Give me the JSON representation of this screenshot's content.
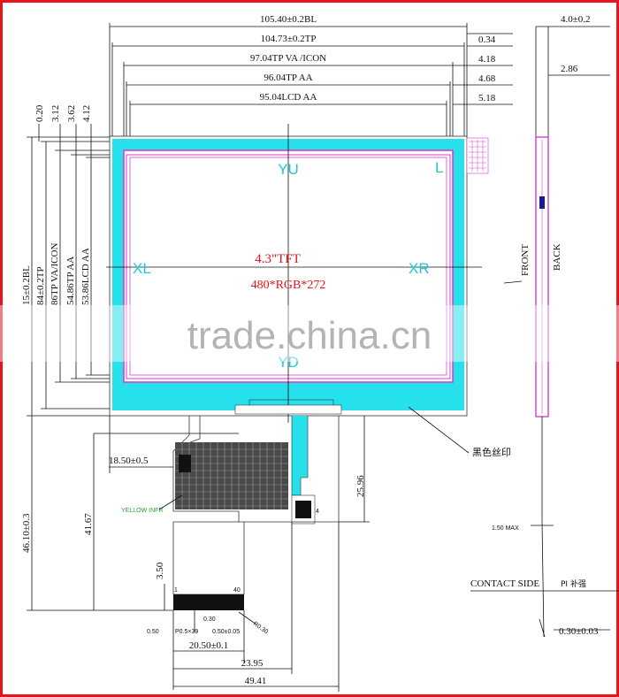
{
  "panel": {
    "center_title": "4.3\"TFT",
    "resolution": "480*RGB*272",
    "touch_labels": {
      "top": "YU",
      "left": "XL",
      "right": "XR",
      "bottom": "YD",
      "corner": "L"
    }
  },
  "dims_top": {
    "bl": "105.40±0.2BL",
    "tp": "104.73±0.2TP",
    "va": "97.04TP VA /ICON",
    "tp_aa": "96.04TP AA",
    "lcd_aa": "95.04LCD AA",
    "r1": "0.34",
    "r2": "4.18",
    "r3": "4.68",
    "r4": "5.18"
  },
  "dims_left": {
    "o1": "0.20",
    "o2": "3.12",
    "o3": "3.62",
    "o4": "4.12",
    "bl": "15±0.2BL",
    "tp": "84±0.2TP",
    "va": "86TP VA/ICON",
    "tp_aa": "54.86TP AA",
    "lcd_aa": "53.86LCD AA"
  },
  "dims_fpc": {
    "w1850": "18.50±0.5",
    "h2596": "25.96",
    "h4167": "41.67",
    "h4610": "46.10±0.3",
    "h350": "3.50",
    "w2050": "20.50±0.1",
    "w2395": "23.95",
    "w4941": "49.41",
    "p050": "0.50",
    "p030": "0.30",
    "pitch": "P0.5×39",
    "pitch2": "0.50±0.05",
    "r030": "R0.30",
    "pin1": "1",
    "pin40": "40",
    "pin4": "4",
    "yellow": "YELLOW INFR"
  },
  "side_view": {
    "thick": "4.0±0.2",
    "inner": "2.86",
    "front": "FRONT",
    "back": "BACK",
    "max": "1.50 MAX",
    "contact": "CONTACT SIDE",
    "pi": "PI 补强",
    "bottom": "0.30±0.03"
  },
  "annotation": "黑色丝印",
  "watermark": "trade.china.cn",
  "colors": {
    "frame": "#e8141b",
    "bezel": "#26e0ec",
    "magenta": "#d63fd0",
    "text": "#e4141b"
  }
}
